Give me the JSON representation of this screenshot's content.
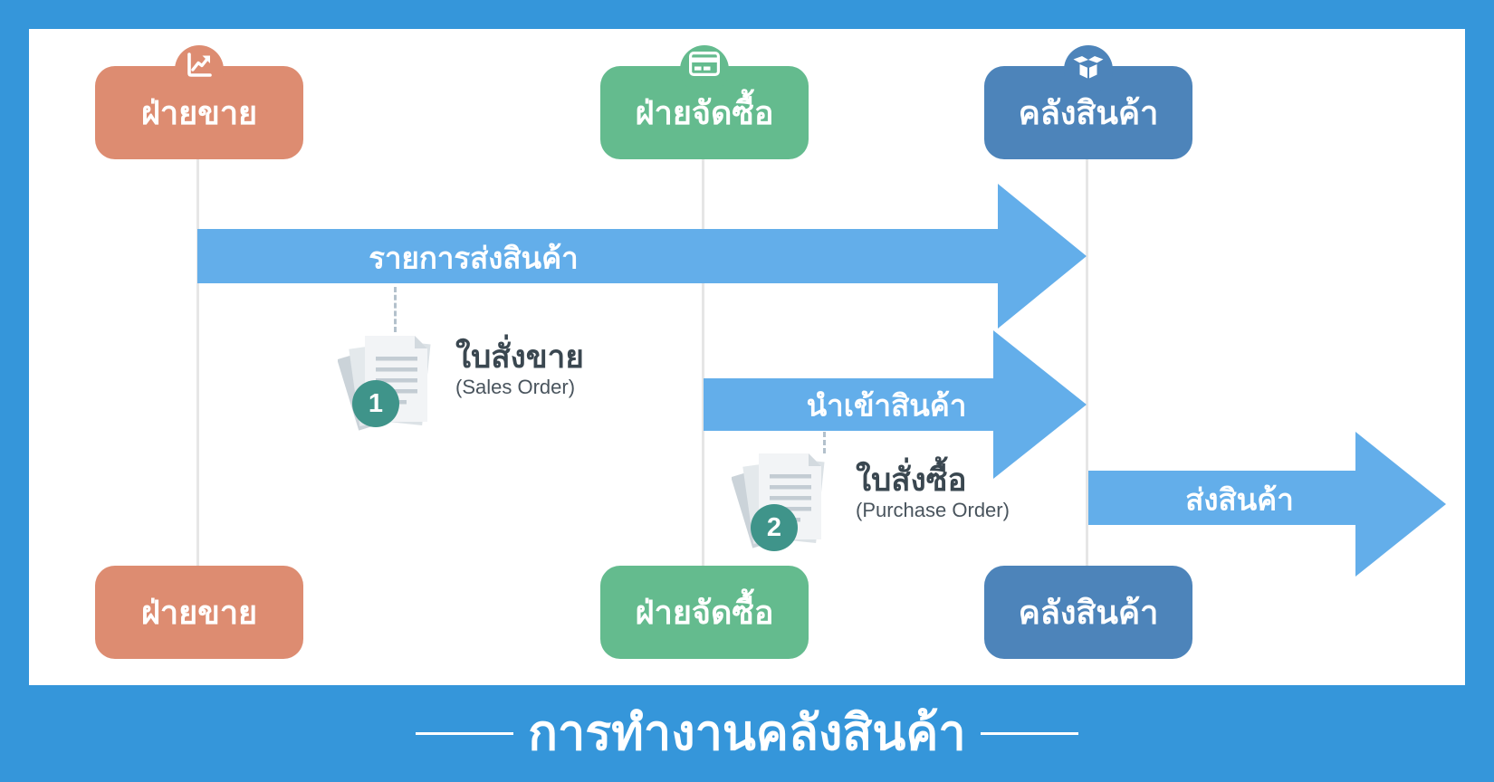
{
  "page": {
    "title": "การทำงานคลังสินค้า"
  },
  "colors": {
    "frame_blue": "#3596DA",
    "canvas_white": "#FFFFFF",
    "arrow_blue": "#63AEEA",
    "sales_salmon": "#DD8C71",
    "purchasing_green": "#64BB8E",
    "warehouse_blue": "#4D84BA",
    "badge_teal": "#3F948A",
    "lane_line_gray": "#E6E6E6"
  },
  "lanes": [
    {
      "id": "sales",
      "label": "ฝ่ายขาย",
      "icon": "trend-chart-icon",
      "color": "#DD8C71"
    },
    {
      "id": "purchasing",
      "label": "ฝ่ายจัดซื้อ",
      "icon": "credit-card-icon",
      "color": "#64BB8E"
    },
    {
      "id": "warehouse",
      "label": "คลังสินค้า",
      "icon": "open-box-icon",
      "color": "#4D84BA"
    }
  ],
  "arrows": [
    {
      "id": "shipment-list",
      "label": "รายการส่งสินค้า",
      "from": "sales",
      "to": "warehouse"
    },
    {
      "id": "import-goods",
      "label": "นำเข้าสินค้า",
      "from": "purchasing",
      "to": "warehouse"
    },
    {
      "id": "ship-goods",
      "label": "ส่งสินค้า",
      "from": "warehouse",
      "to": "outside"
    }
  ],
  "documents": [
    {
      "number": "1",
      "title": "ใบสั่งขาย",
      "subtitle": "(Sales Order)"
    },
    {
      "number": "2",
      "title": "ใบสั่งซื้อ",
      "subtitle": "(Purchase Order)"
    }
  ]
}
